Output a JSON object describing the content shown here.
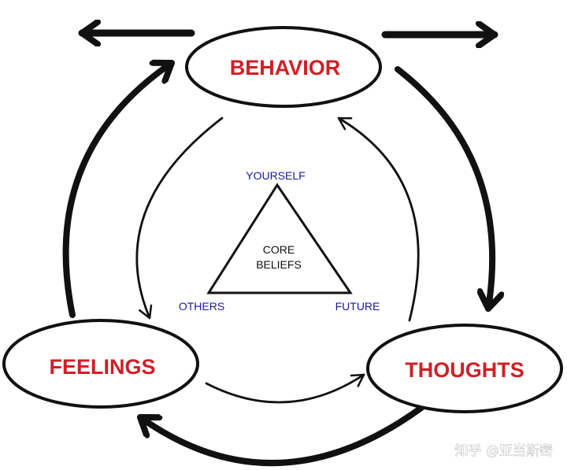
{
  "nodes": {
    "behavior": "BEHAVIOR",
    "thoughts": "THOUGHTS",
    "feelings": "FEELINGS"
  },
  "core": {
    "line1": "CORE",
    "line2": "BELIEFS",
    "yourself": "YOURSELF",
    "others": "OTHERS",
    "future": "FUTURE"
  },
  "watermark": "知乎 @亚当斯密",
  "colors": {
    "node_text": "#d01f26",
    "vertex_text": "#1a1a9c",
    "stroke": "#111111",
    "watermark": "#ffffff"
  }
}
